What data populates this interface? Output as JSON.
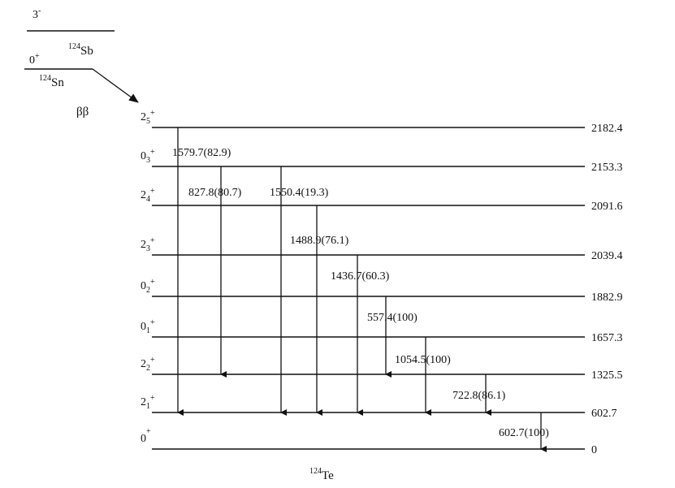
{
  "parents": {
    "sb": {
      "spin_main": "3",
      "spin_sup": "-",
      "nuclide_mass": "124",
      "nuclide_symbol": "Sb"
    },
    "sn": {
      "spin_main": "0",
      "spin_sup": "+",
      "nuclide_mass": "124",
      "nuclide_symbol": "Sn"
    }
  },
  "decay_label": "ββ",
  "daughter": {
    "nuclide_mass": "124",
    "nuclide_symbol": "Te"
  },
  "levels": [
    {
      "spin": "2",
      "sub": "5",
      "sup": "+",
      "energy": "2182.4"
    },
    {
      "spin": "0",
      "sub": "3",
      "sup": "+",
      "energy": "2153.3"
    },
    {
      "spin": "2",
      "sub": "4",
      "sup": "+",
      "energy": "2091.6"
    },
    {
      "spin": "2",
      "sub": "3",
      "sup": "+",
      "energy": "2039.4"
    },
    {
      "spin": "0",
      "sub": "2",
      "sup": "+",
      "energy": "1882.9"
    },
    {
      "spin": "0",
      "sub": "1",
      "sup": "+",
      "energy": "1657.3"
    },
    {
      "spin": "2",
      "sub": "2",
      "sup": "+",
      "energy": "1325.5"
    },
    {
      "spin": "2",
      "sub": "1",
      "sup": "+",
      "energy": "602.7"
    },
    {
      "spin": "0",
      "sub": "",
      "sup": "+",
      "energy": "0"
    }
  ],
  "transitions": [
    {
      "label": "1579.7(82.9)",
      "from_level": 0,
      "to_level": 7
    },
    {
      "label": "827.8(80.7)",
      "from_level": 1,
      "to_level": 6
    },
    {
      "label": "1550.4(19.3)",
      "from_level": 1,
      "to_level": 7
    },
    {
      "label": "1488.9(76.1)",
      "from_level": 2,
      "to_level": 7
    },
    {
      "label": "1436.7(60.3)",
      "from_level": 3,
      "to_level": 7
    },
    {
      "label": "557.4(100)",
      "from_level": 4,
      "to_level": 6
    },
    {
      "label": "1054.5(100)",
      "from_level": 5,
      "to_level": 7
    },
    {
      "label": "722.8(86.1)",
      "from_level": 6,
      "to_level": 7
    },
    {
      "label": "602.7(100)",
      "from_level": 7,
      "to_level": 8
    }
  ]
}
